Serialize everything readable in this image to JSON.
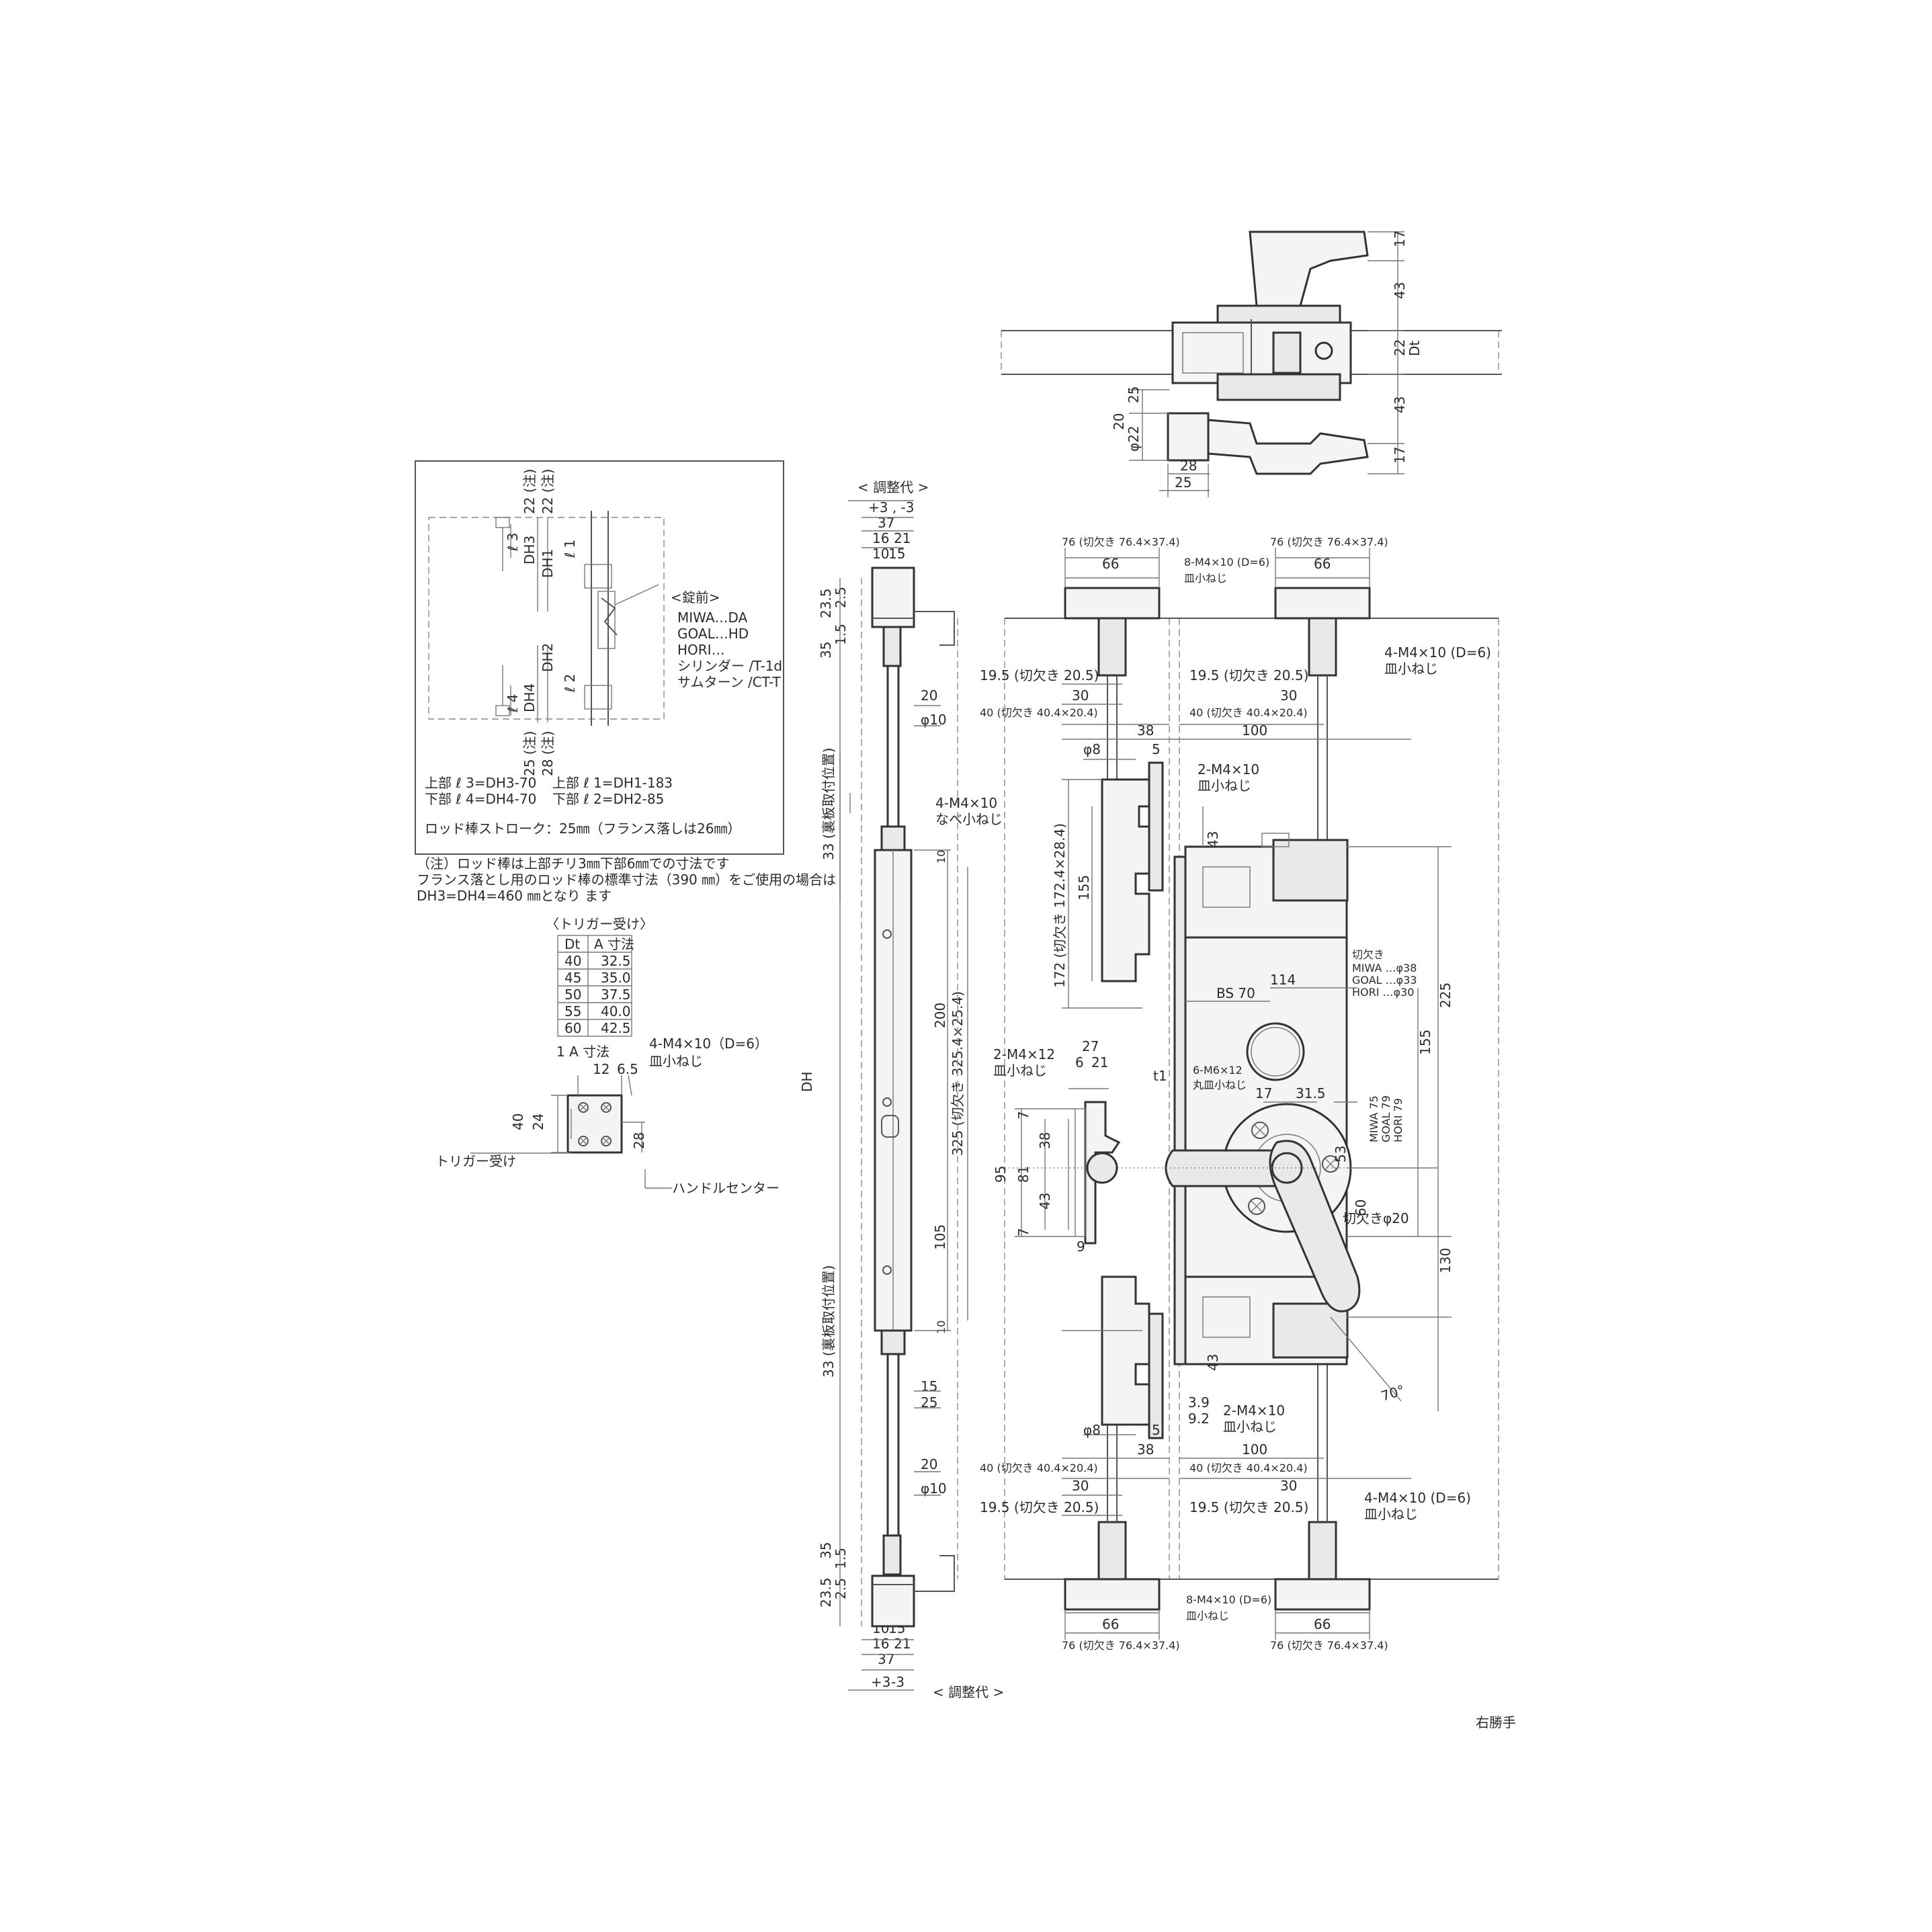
{
  "notes": {
    "lock_front_title": "<錠前>",
    "lock_front_items": [
      "MIWA…DA",
      "GOAL…HD",
      "HORI…",
      "シリンダー /T-1d",
      "サムターン /CT-T"
    ],
    "upper_formula_a": "上部 ℓ 3=DH3-70",
    "lower_formula_a": "下部 ℓ 4=DH4-70",
    "upper_formula_b": "上部 ℓ 1=DH1-183",
    "lower_formula_b": "下部 ℓ 2=DH2-85",
    "stroke": "ロッド棒ストローク：25㎜（フランス落しは26㎜）",
    "note_lines": [
      "（注）ロッド棒は上部チリ3㎜下部6㎜での寸法です",
      "フランス落とし用のロッド棒の標準寸法（390 ㎜）をご使用の場合は",
      "DH3=DH4=460 ㎜となり ます"
    ],
    "hand": "右勝手"
  },
  "inset_labels": {
    "top1": "22 (注)",
    "top2": "22 (注)",
    "bot1": "25 (注)",
    "bot2": "28 (注)",
    "dh1": "DH1",
    "dh2": "DH2",
    "dh3": "DH3",
    "dh4": "DH4",
    "l1": "ℓ 1",
    "l2": "ℓ 2",
    "l3": "ℓ 3",
    "l4": "ℓ 4"
  },
  "trigger": {
    "title": "〈トリガー受け〉",
    "headers": [
      "Dt",
      "A 寸法"
    ],
    "rows": [
      [
        "40",
        "32.5"
      ],
      [
        "45",
        "35.0"
      ],
      [
        "50",
        "37.5"
      ],
      [
        "55",
        "40.0"
      ],
      [
        "60",
        "42.5"
      ]
    ],
    "a_dim": "1 A 寸法",
    "screw": "4-M4×10（D=6）",
    "screw_kind": "皿小ねじ",
    "d12": "12",
    "d65": "6.5",
    "d40": "40",
    "d24": "24",
    "d28": "28",
    "label": "トリガー受け",
    "handle_center": "ハンドルセンター"
  },
  "top_view": {
    "d17a": "17",
    "d43a": "43",
    "d22": "22",
    "dt": "Dt",
    "d43b": "43",
    "d17b": "17",
    "d25": "25",
    "d20": "20",
    "phi22": "φ22",
    "d28": "28",
    "d25b": "25"
  },
  "rod_view": {
    "adjust_top": "< 調整代 >",
    "adjust_bottom": "< 調整代 >",
    "pm": "+3 , -3",
    "plus3": "+3",
    "minus3": "-3",
    "d37": "37",
    "d16": "16",
    "d21": "21",
    "d10": "10",
    "d15": "15",
    "d235": "23.5",
    "d25": "2.5",
    "d35": "35",
    "d15b": "1.5",
    "d20": "20",
    "phi10": "φ10",
    "screw": "4-M4×10",
    "screw_kind": "なべ小ねじ",
    "mount_pos": "33 (裏板取付位置)",
    "dh": "DH",
    "d200": "200",
    "d325": "325 (切欠き 325.4×25.4)",
    "d105": "105",
    "d10x": "10",
    "d15c": "15",
    "d25c": "25"
  },
  "main_view": {
    "flange": "76 (切欠き 76.4×37.4)",
    "d66": "66",
    "screw8": "8-M4×10 (D=6)",
    "screw_kind": "皿小ねじ",
    "screw4": "4-M4×10 (D=6)",
    "d195": "19.5 (切欠き 20.5)",
    "d30": "30",
    "d40": "40 (切欠き 40.4×20.4)",
    "d38": "38",
    "d100": "100",
    "phi8": "φ8",
    "d5": "5",
    "screw2": "2-M4×10",
    "d43": "43",
    "d155": "155",
    "d172": "172 (切欠き 172.4×28.4)",
    "d114": "114",
    "bs": "BS 70",
    "cutout_title": "切欠き",
    "cutouts": [
      "MIWA …φ38",
      "GOAL …φ33",
      "HORI …φ30"
    ],
    "d225": "225",
    "d155b": "155",
    "screw2_12": "2-M4×12",
    "d27": "27",
    "d6": "6",
    "d21": "21",
    "t1": "t1",
    "screw6": "6-M6×12",
    "screw6_kind": "丸皿小ねじ",
    "d17": "17",
    "d315": "31.5",
    "brand_dims": [
      "MIWA 75",
      "GOAL 79",
      "HORI 79"
    ],
    "d7": "7",
    "d38b": "38",
    "d81": "81",
    "d95": "95",
    "d43b": "43",
    "d9": "9",
    "d53": "53",
    "d60": "60",
    "cut_phi20": "切欠きφ20",
    "d130": "130",
    "d39": "3.9",
    "d92": "9.2",
    "angle": "70°"
  }
}
